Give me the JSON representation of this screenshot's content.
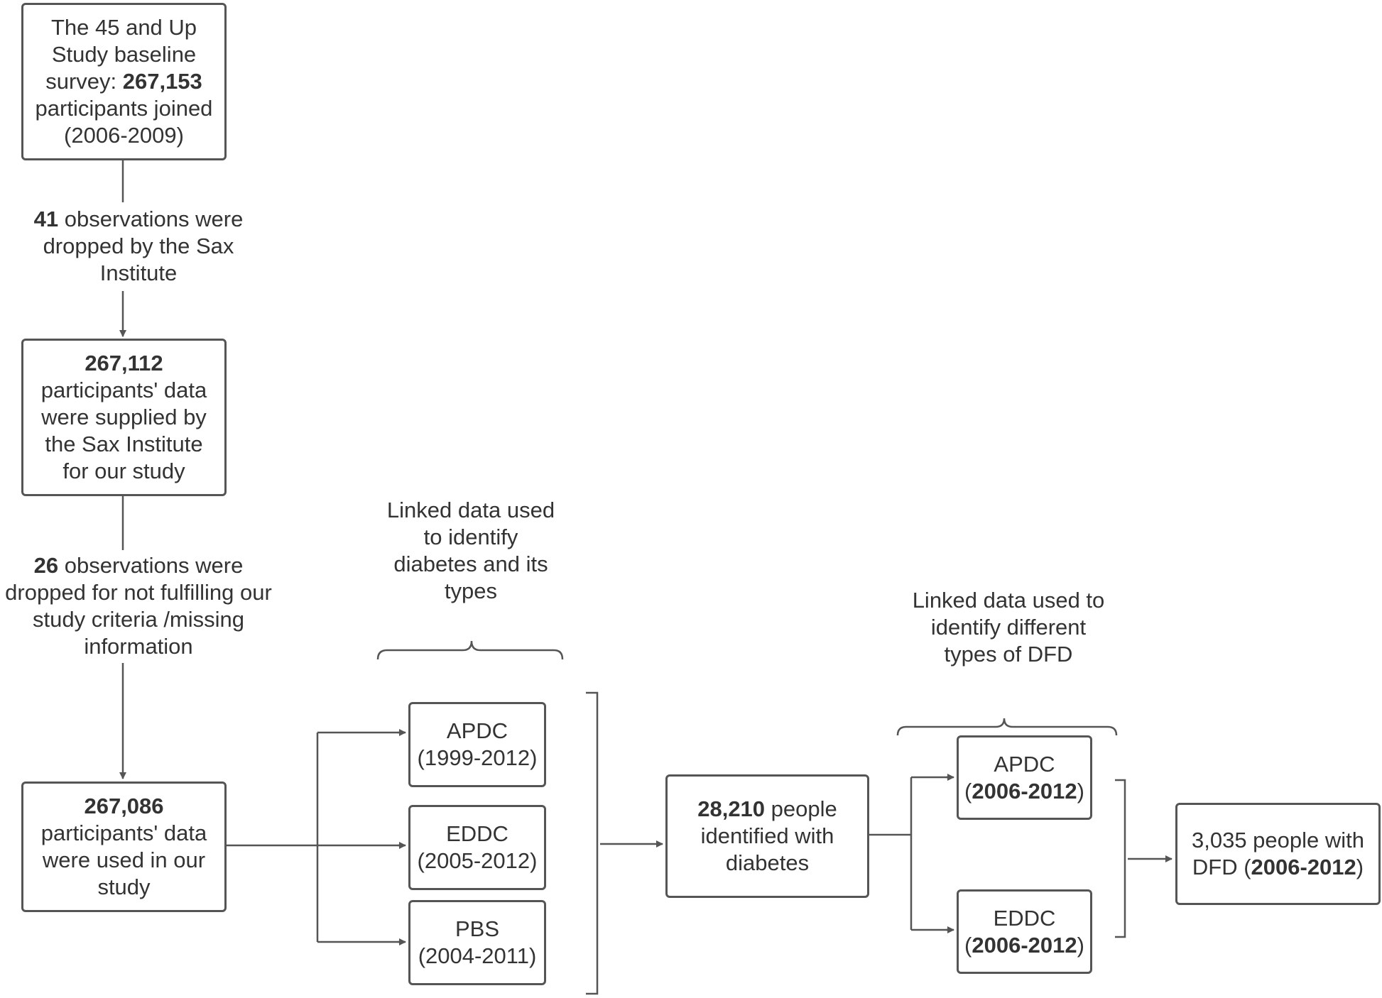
{
  "baseline_box": {
    "line1": "The 45 and Up",
    "line2": "Study baseline",
    "line3_pre": "survey: ",
    "line3_bold": "267,153",
    "line4": "participants joined",
    "line5": "(2006-2009)"
  },
  "drop1_label": {
    "bold": "41",
    "line1_rest": " observations were",
    "line2": "dropped by the Sax",
    "line3": "Institute"
  },
  "supplied_box": {
    "bold": "267,112",
    "line1": "participants' data",
    "line2": "were supplied by",
    "line3": "the Sax Institute",
    "line4": "for our study"
  },
  "drop2_label": {
    "bold": "26",
    "line1_rest": " observations were",
    "line2": "dropped for not fulfilling our",
    "line3": "study criteria /missing",
    "line4": "information"
  },
  "used_box": {
    "bold": "267,086",
    "line1": "participants' data",
    "line2": "were used in our",
    "line3": "study"
  },
  "linked_diabetes_label": {
    "line1": "Linked data used",
    "line2": "to identify",
    "line3": "diabetes and its",
    "line4": "types"
  },
  "source_apdc": {
    "name": "APDC",
    "years": "(1999-2012)"
  },
  "source_eddc": {
    "name": "EDDC",
    "years": "(2005-2012)"
  },
  "source_pbs": {
    "name": "PBS",
    "years": "(2004-2011)"
  },
  "diabetes_box": {
    "bold": "28,210",
    "line1_rest": " people",
    "line2": "identified with",
    "line3": "diabetes"
  },
  "linked_dfd_label": {
    "line1": "Linked data used to",
    "line2": "identify different",
    "line3": "types of DFD"
  },
  "dfd_apdc": {
    "name": "APDC",
    "years_open": "(",
    "years_bold": "2006-2012",
    "years_close": ")"
  },
  "dfd_eddc": {
    "name": "EDDC",
    "years_open": "(",
    "years_bold": "2006-2012",
    "years_close": ")"
  },
  "dfd_box": {
    "line1": "3,035 people with",
    "line2_pre": "DFD (",
    "line2_bold": "2006-2012",
    "line2_post": ")"
  }
}
